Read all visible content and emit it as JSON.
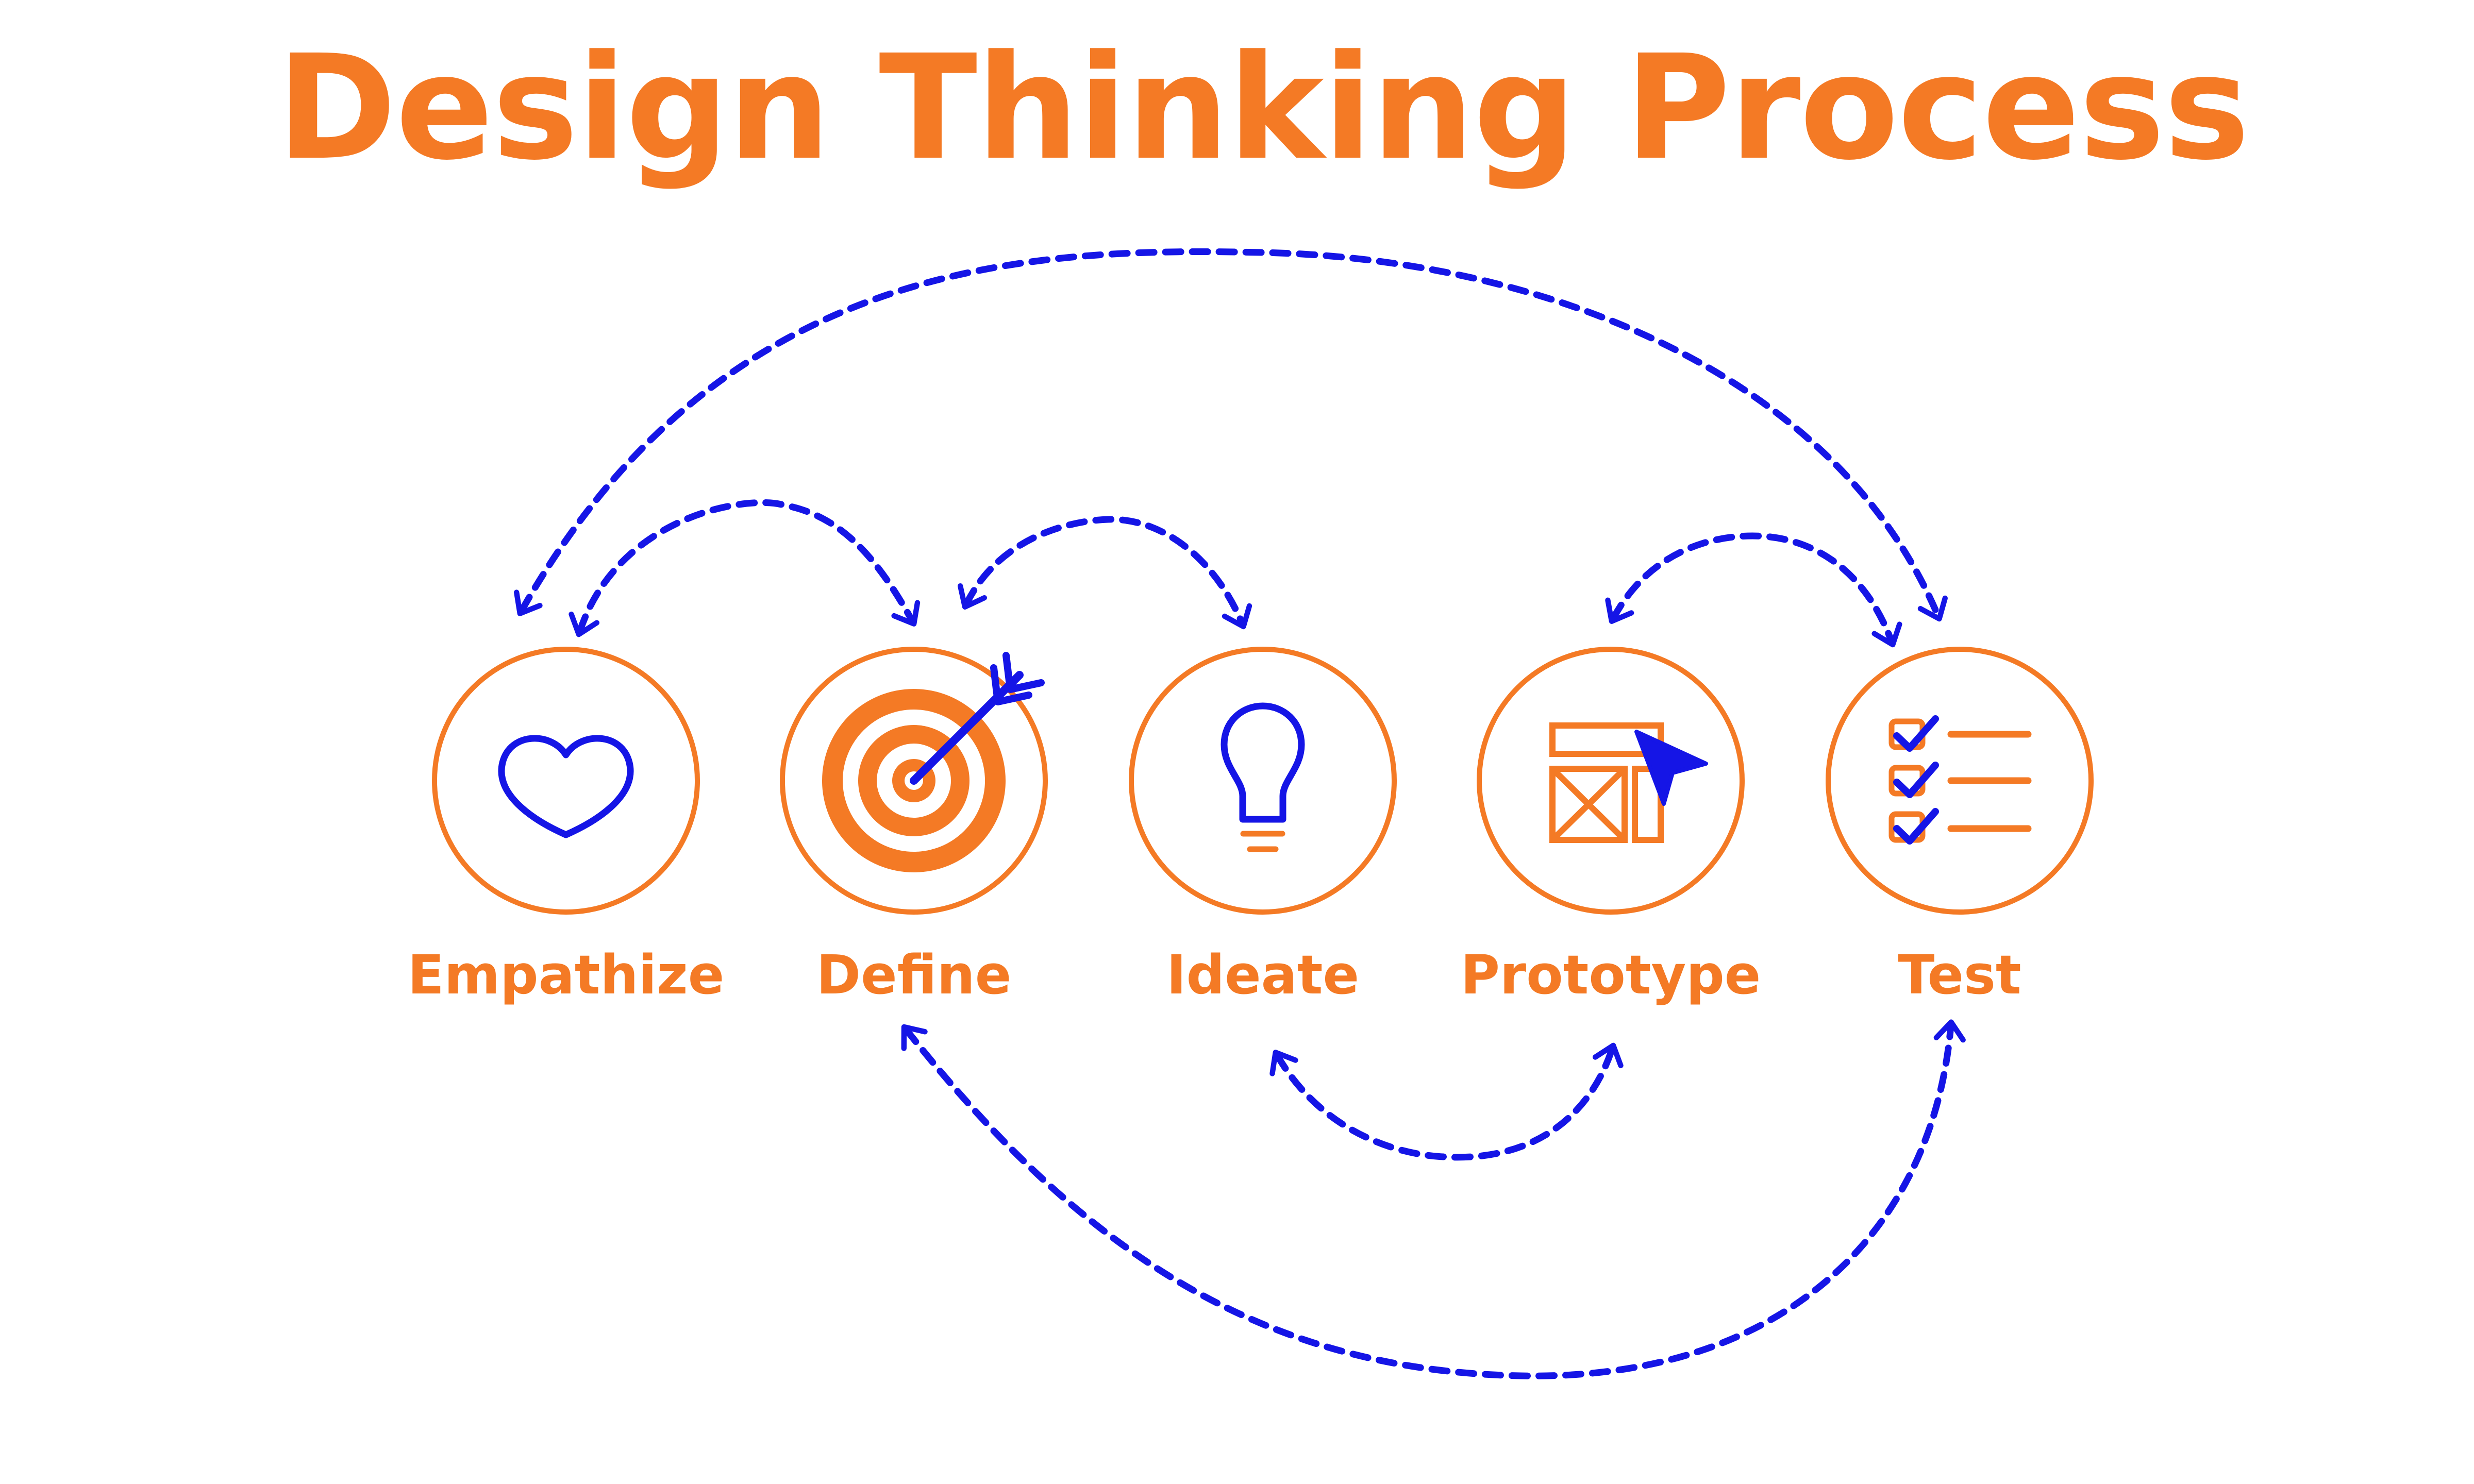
{
  "title": "Design Thinking Process",
  "colors": {
    "accent": "#F47A25",
    "arrows": "#1515E6",
    "background": "#FFFFFF"
  },
  "stages": [
    {
      "label": "Empathize",
      "icon": "heart-icon"
    },
    {
      "label": "Define",
      "icon": "target-with-arrow-icon"
    },
    {
      "label": "Ideate",
      "icon": "lightbulb-icon"
    },
    {
      "label": "Prototype",
      "icon": "wireframe-cursor-icon"
    },
    {
      "label": "Test",
      "icon": "checklist-icon"
    }
  ],
  "connections": [
    {
      "from": "Test",
      "to": "Empathize",
      "style": "dashed",
      "direction": "both"
    },
    {
      "from": "Empathize",
      "to": "Define",
      "style": "dashed",
      "direction": "both"
    },
    {
      "from": "Define",
      "to": "Ideate",
      "style": "dashed",
      "direction": "both"
    },
    {
      "from": "Prototype",
      "to": "Test",
      "style": "dashed",
      "direction": "both"
    },
    {
      "from": "Ideate",
      "to": "Prototype",
      "style": "dashed",
      "direction": "both"
    },
    {
      "from": "Define",
      "to": "Test",
      "style": "dashed",
      "direction": "both"
    }
  ]
}
